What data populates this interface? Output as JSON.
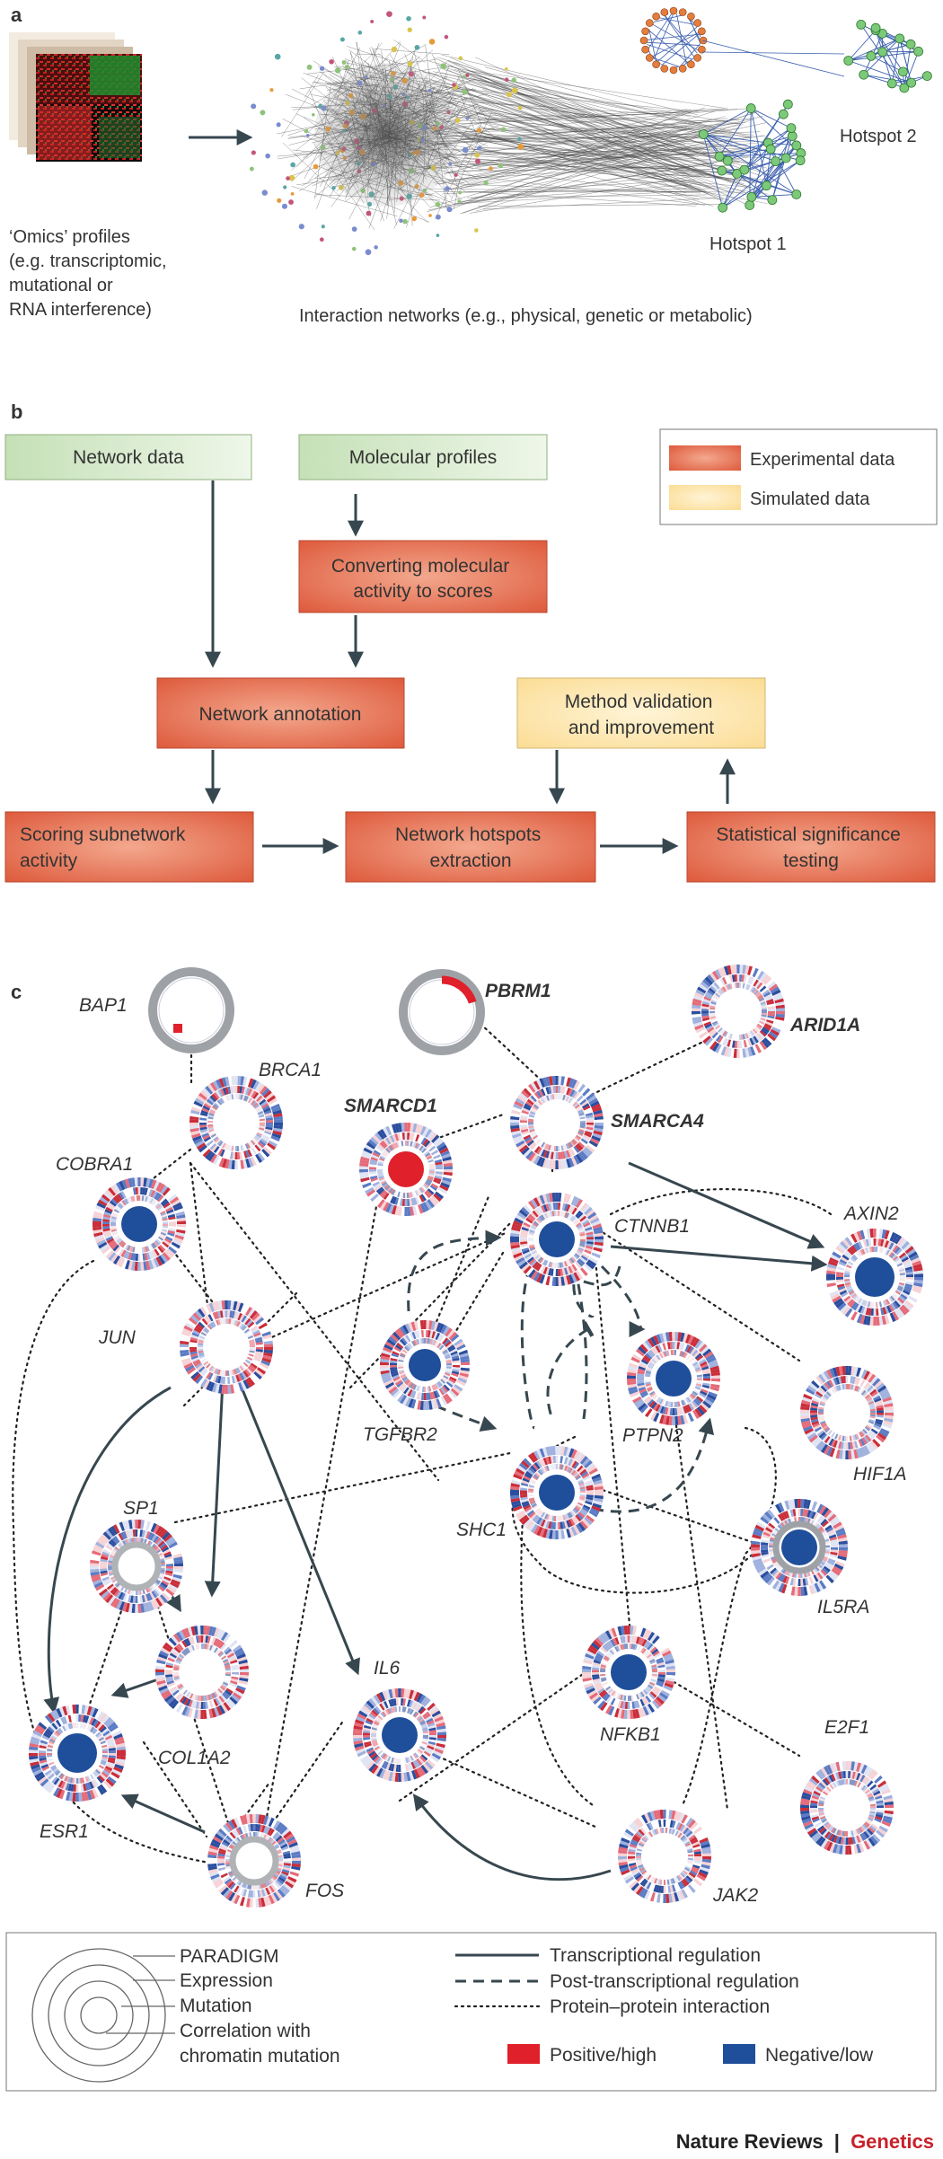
{
  "panel_a": {
    "letter": "a",
    "omics_caption": [
      "‘Omics’ profiles",
      "(e.g. transcriptomic,",
      "mutational or",
      "RNA interference)"
    ],
    "network_caption": "Interaction networks (e.g., physical, genetic or metabolic)",
    "hotspot1": "Hotspot 1",
    "hotspot2": "Hotspot 2"
  },
  "panel_b": {
    "letter": "b",
    "boxes": {
      "network_data": "Network data",
      "molecular_profiles": "Molecular profiles",
      "converting": [
        "Converting molecular",
        "activity to scores"
      ],
      "network_annotation": "Network annotation",
      "method_validation": [
        "Method validation",
        "and improvement"
      ],
      "scoring": [
        "Scoring subnetwork",
        "activity"
      ],
      "hotspots": [
        "Network hotspots",
        "extraction"
      ],
      "statistical": [
        "Statistical significance",
        "testing"
      ]
    },
    "legend": {
      "experimental": "Experimental data",
      "simulated": "Simulated data"
    },
    "colors": {
      "experimental": "#de5a3c",
      "simulated": "#fde5a8",
      "input": "#d7ebcd"
    }
  },
  "panel_c": {
    "letter": "c",
    "nodes": {
      "BAP1": "BAP1",
      "PBRM1": "PBRM1",
      "ARID1A": "ARID1A",
      "BRCA1": "BRCA1",
      "SMARCD1": "SMARCD1",
      "SMARCA4": "SMARCA4",
      "COBRA1": "COBRA1",
      "CTNNB1": "CTNNB1",
      "AXIN2": "AXIN2",
      "JUN": "JUN",
      "TGFBR2": "TGFBR2",
      "PTPN2": "PTPN2",
      "HIF1A": "HIF1A",
      "SHC1": "SHC1",
      "SP1": "SP1",
      "IL5RA": "IL5RA",
      "IL6": "IL6",
      "COL1A2": "COL1A2",
      "NFKB1": "NFKB1",
      "E2F1": "E2F1",
      "ESR1": "ESR1",
      "FOS": "FOS",
      "JAK2": "JAK2"
    },
    "legend": {
      "rings": [
        "PARADIGM",
        "Expression",
        "Mutation",
        "Correlation with",
        "chromatin mutation"
      ],
      "transcriptional": "Transcriptional regulation",
      "post_transcriptional": "Post-transcriptional regulation",
      "ppi": "Protein–protein interaction",
      "positive": "Positive/high",
      "negative": "Negative/low"
    },
    "colors": {
      "positive": "#e0202a",
      "negative": "#1f4e9a"
    }
  },
  "footer": {
    "journal": "Nature Reviews",
    "separator": "|",
    "section": "Genetics"
  }
}
